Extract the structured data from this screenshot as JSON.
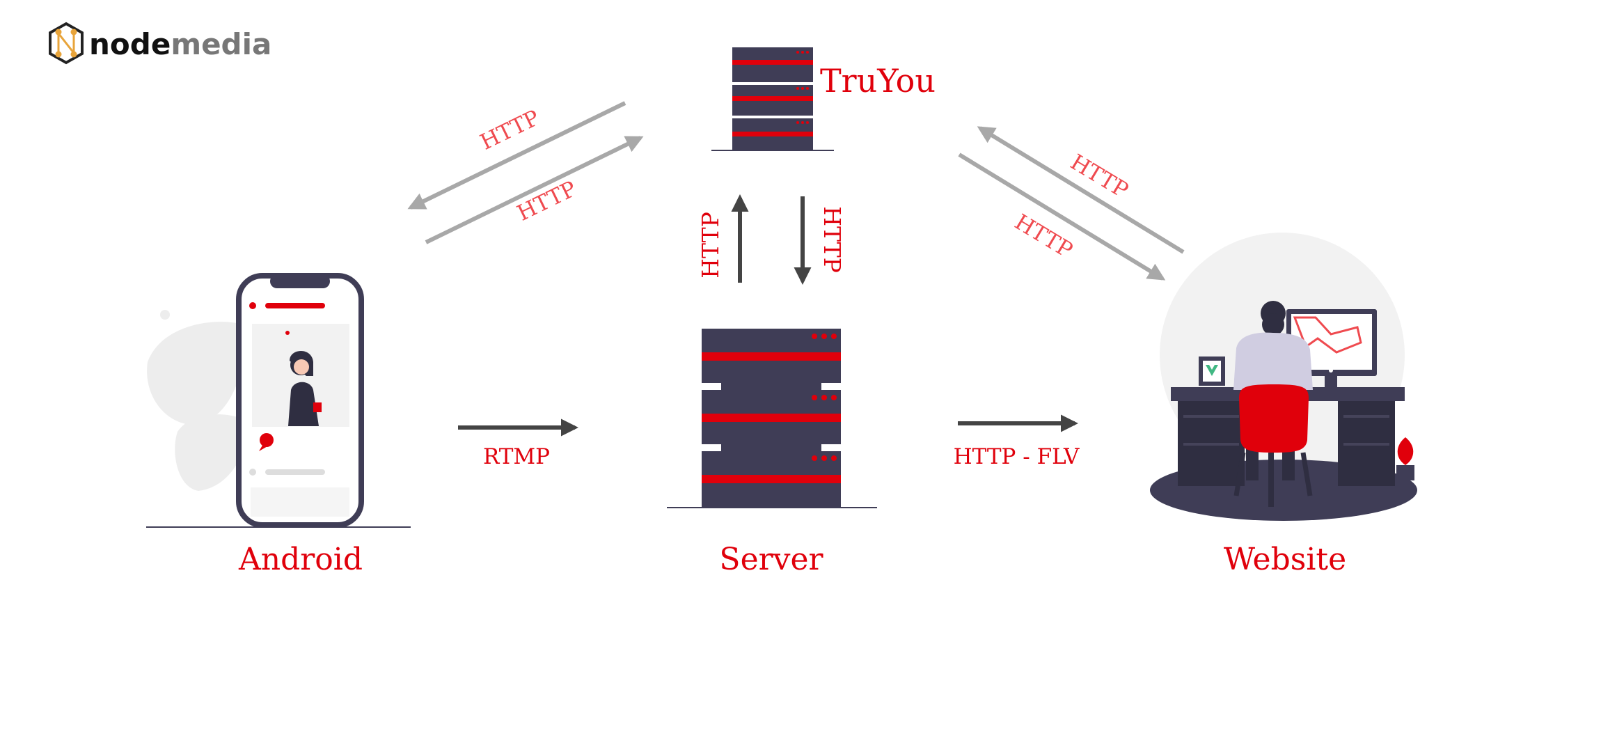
{
  "logo": {
    "text": "nodemedia",
    "part1": "node",
    "part2": "media"
  },
  "nodes": {
    "truyou": {
      "label": "TruYou"
    },
    "server": {
      "label": "Server"
    },
    "android": {
      "label": "Android"
    },
    "website": {
      "label": "Website"
    }
  },
  "edges": {
    "android_to_truyou": {
      "label": "HTTP"
    },
    "truyou_to_android": {
      "label": "HTTP"
    },
    "truyou_to_website": {
      "label": "HTTP"
    },
    "website_to_truyou": {
      "label": "HTTP"
    },
    "server_to_truyou": {
      "label": "HTTP"
    },
    "truyou_to_server": {
      "label": "HTTP"
    },
    "android_to_server": {
      "label": "RTMP"
    },
    "server_to_website": {
      "label": "HTTP - FLV"
    }
  },
  "colors": {
    "accent": "#e0000b",
    "label_light": "#ef4a4f",
    "dark": "#3f3d56",
    "arrow_dark": "#444444",
    "arrow_gray": "#a8a8a8",
    "logo_gold": "#e8a43a",
    "logo_gray": "#8a8a8a"
  }
}
